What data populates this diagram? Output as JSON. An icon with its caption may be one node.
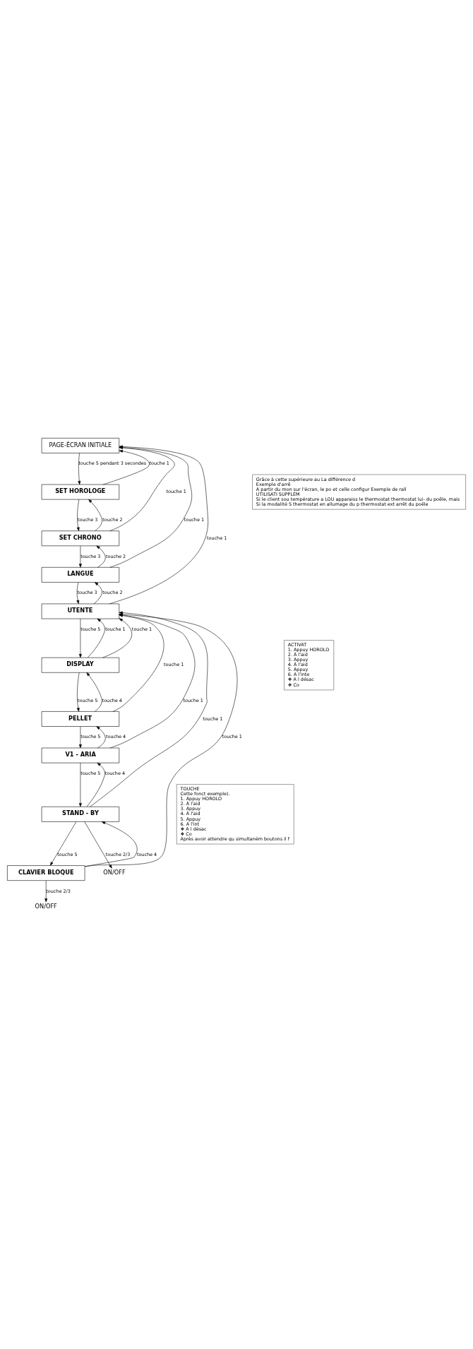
{
  "diagram": {
    "nodes": [
      {
        "text": [
          "PAGE-ÉCRAN INITIALE"
        ]
      },
      {
        "text": [
          "SET HOROLOGE"
        ]
      },
      {
        "text": [
          "SET CHRONO"
        ]
      },
      {
        "text": [
          "LANGUE"
        ]
      },
      {
        "text": [
          "UTENTE"
        ]
      },
      {
        "text": [
          "DISPLAY"
        ]
      },
      {
        "text": [
          "PELLET"
        ]
      },
      {
        "text": [
          "V1 - ARIA"
        ]
      },
      {
        "text": [
          "STAND - BY"
        ]
      },
      {
        "text": [
          "CLAVIER BLOQUE"
        ]
      },
      {
        "text": [
          "ON/OFF"
        ]
      },
      {
        "text": [
          "ON/OFF"
        ]
      },
      {
        "text": [
          "Grâce à cette supérieure au La différence d",
          "Exemple d'arrê",
          "A partir du mon sur l'écran, le po et celle configur Exemple de rall",
          "UTILISATI SUPPLÉM",
          "Si le client sou température a LOU apparaiss le thermostat thermostat lui- du poêle, mais",
          "Si la modalité S thermostat en allumage du p thermostat ext arrêt du poêle"
        ]
      },
      {
        "text": [
          "ACTIVAT",
          "1. Appuy HOROLO",
          "2. À l'aid",
          "3. Appuy",
          "4. À l'aid",
          "5. Appuy",
          "6. A l'inte",
          "❖ A l désac",
          "❖ Co"
        ]
      },
      {
        "text": [
          "TOUCHE",
          "Cette fonct exemple).",
          "1. Appuy HOROLO",
          "2. À l'aid",
          "3. Appuy",
          "4. À l'aid",
          "5. Appuy",
          "6. A l'int",
          "❖ A l désac",
          "❖ Co",
          "Après avoir attendre qu simultaném boutons il f"
        ]
      }
    ],
    "edges": [
      {
        "from": 0,
        "to": 1,
        "arrow": "to",
        "label": "touche 5 pendant 3 secondes"
      },
      {
        "from": 1,
        "to": 0,
        "arrow": "to",
        "label": "touche 1"
      },
      {
        "from": 2,
        "to": 1,
        "arrow": "to",
        "label": "touche 2"
      },
      {
        "from": 1,
        "to": 2,
        "arrow": "to",
        "label": "touche 3"
      },
      {
        "from": 2,
        "to": 0,
        "arrow": "to",
        "label": "touche 1"
      },
      {
        "from": 3,
        "to": 2,
        "arrow": "to",
        "label": "touche 2"
      },
      {
        "from": 2,
        "to": 3,
        "arrow": "to",
        "label": "touche 3"
      },
      {
        "from": 3,
        "to": 0,
        "arrow": "to",
        "label": "touche 1"
      },
      {
        "from": 4,
        "to": 3,
        "arrow": "to",
        "label": "touche 2"
      },
      {
        "from": 3,
        "to": 4,
        "arrow": "to",
        "label": "touche 3"
      },
      {
        "from": 4,
        "to": 0,
        "arrow": "to",
        "label": "touche 1"
      },
      {
        "from": 5,
        "to": 4,
        "arrow": "to",
        "label": "touche 1"
      },
      {
        "from": 4,
        "to": 5,
        "arrow": "to",
        "label": "touche 5"
      },
      {
        "from": 5,
        "to": 4,
        "arrow": "to",
        "label": "touche 1"
      },
      {
        "from": 6,
        "to": 5,
        "arrow": "to",
        "label": "touche 4"
      },
      {
        "from": 5,
        "to": 6,
        "arrow": "to",
        "label": "touche 5"
      },
      {
        "from": 6,
        "to": 4,
        "arrow": "to",
        "label": "touche 1"
      },
      {
        "from": 7,
        "to": 6,
        "arrow": "to",
        "label": "touche 4"
      },
      {
        "from": 6,
        "to": 7,
        "arrow": "to",
        "label": "touche 5"
      },
      {
        "from": 7,
        "to": 4,
        "arrow": "to",
        "label": "touche 1"
      },
      {
        "from": 8,
        "to": 7,
        "arrow": "to",
        "label": "touche 4"
      },
      {
        "from": 7,
        "to": 8,
        "arrow": "to",
        "label": "touche 5"
      },
      {
        "from": 8,
        "to": 4,
        "arrow": "to",
        "label": "touche 1"
      },
      {
        "from": 8,
        "to": 10,
        "arrow": "to",
        "label": "touche 2/3"
      },
      {
        "from": 9,
        "to": 8,
        "arrow": "to",
        "label": "touche 4"
      },
      {
        "from": 8,
        "to": 9,
        "arrow": "to",
        "label": "touche 5"
      },
      {
        "from": 9,
        "to": 4,
        "arrow": "to",
        "label": "touche 1"
      },
      {
        "from": 9,
        "to": 11,
        "arrow": "to",
        "label": "touche 2/3"
      }
    ]
  }
}
